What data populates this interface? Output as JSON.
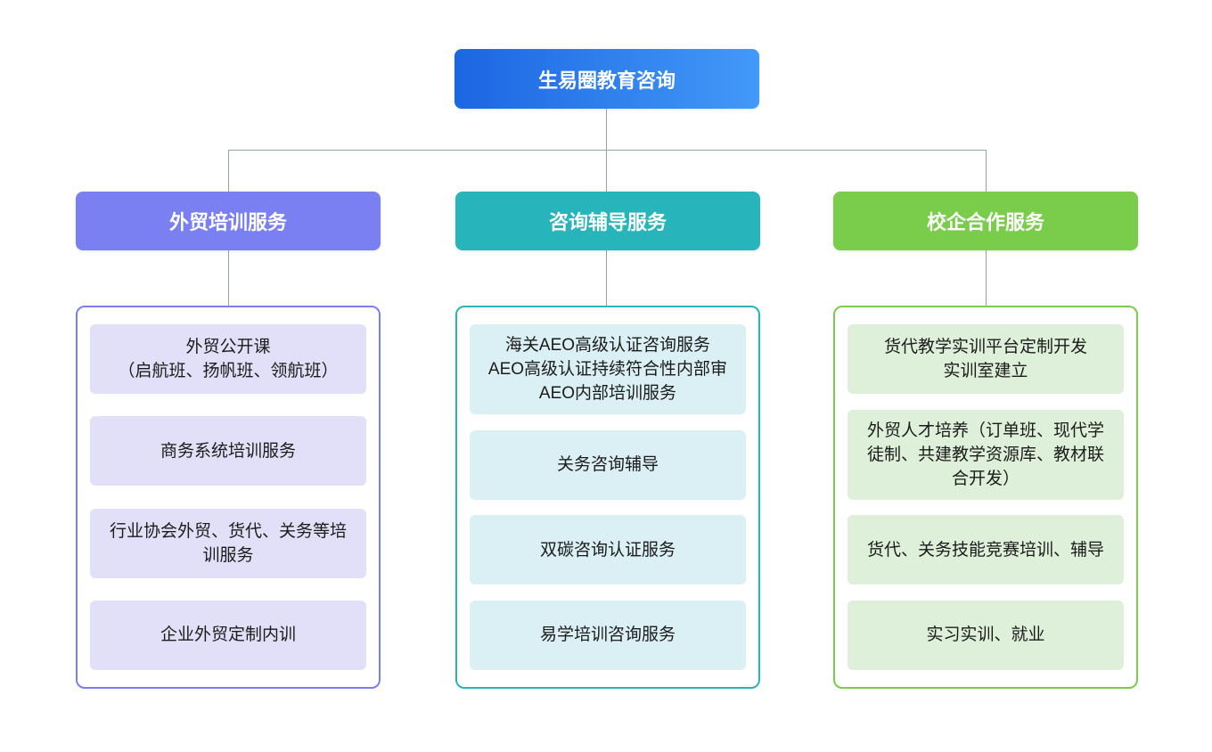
{
  "root": {
    "label": "生易圈教育咨询"
  },
  "theme": {
    "root_gradient_start": "#1C66E2",
    "root_gradient_end": "#4399F8",
    "connector_color": "#97A1AC",
    "item_text_color": "#1B1B1B",
    "background": "#FFFFFF"
  },
  "branches": [
    {
      "label": "外贸培训服务",
      "header_color": "#7A80F2",
      "item_bg": "#E1E0F8",
      "items": [
        {
          "text": "外贸公开课\n（启航班、扬帆班、领航班）"
        },
        {
          "text": "商务系统培训服务"
        },
        {
          "text": "行业协会外贸、货代、关务等培训服务"
        },
        {
          "text": "企业外贸定制内训"
        }
      ]
    },
    {
      "label": "咨询辅导服务",
      "header_color": "#27B4BB",
      "item_bg": "#DAF0F4",
      "items": [
        {
          "text": "海关AEO高级认证咨询服务\nAEO高级认证持续符合性内部审\nAEO内部培训服务"
        },
        {
          "text": "关务咨询辅导"
        },
        {
          "text": "双碳咨询认证服务"
        },
        {
          "text": "易学培训咨询服务"
        }
      ]
    },
    {
      "label": "校企合作服务",
      "header_color": "#79CD4B",
      "item_bg": "#DEF0D9",
      "items": [
        {
          "text": "货代教学实训平台定制开发\n实训室建立"
        },
        {
          "text": "外贸人才培养（订单班、现代学徒制、共建教学资源库、教材联合开发）"
        },
        {
          "text": "货代、关务技能竞赛培训、辅导"
        },
        {
          "text": "实习实训、就业"
        }
      ]
    }
  ]
}
